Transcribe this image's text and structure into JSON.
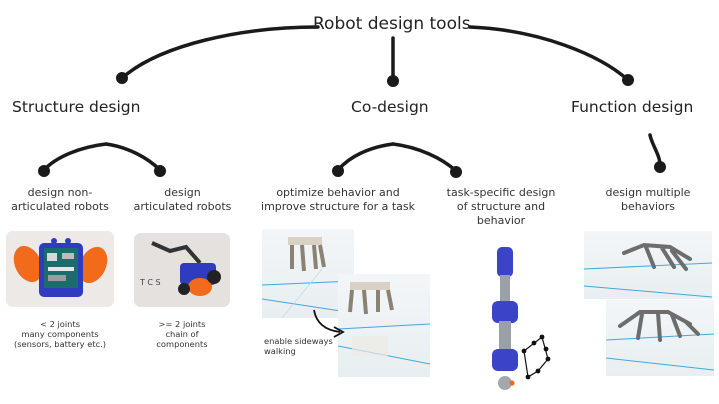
{
  "title": "Robot design tools",
  "categories": {
    "structure": {
      "label": "Structure design",
      "items": [
        {
          "label": "design non-\narticulated robots",
          "note": "< 2 joints\nmany components\n(sensors, battery etc.)"
        },
        {
          "label": "design\narticulated robots",
          "note": ">= 2 joints\nchain of\ncomponents"
        }
      ]
    },
    "codesign": {
      "label": "Co-design",
      "items": [
        {
          "label": "optimize behavior and\nimprove structure for a task",
          "note": "enable sideways\nwalking"
        },
        {
          "label": "task-specific design\nof structure and\nbehavior"
        }
      ]
    },
    "function": {
      "label": "Function design",
      "items": [
        {
          "label": "design multiple\nbehaviors"
        }
      ]
    }
  },
  "colors": {
    "ink": "#1a1a1a",
    "robot_orange": "#f26a1b",
    "robot_blue": "#3b43c6",
    "grid_blue": "#3fa8e0"
  }
}
